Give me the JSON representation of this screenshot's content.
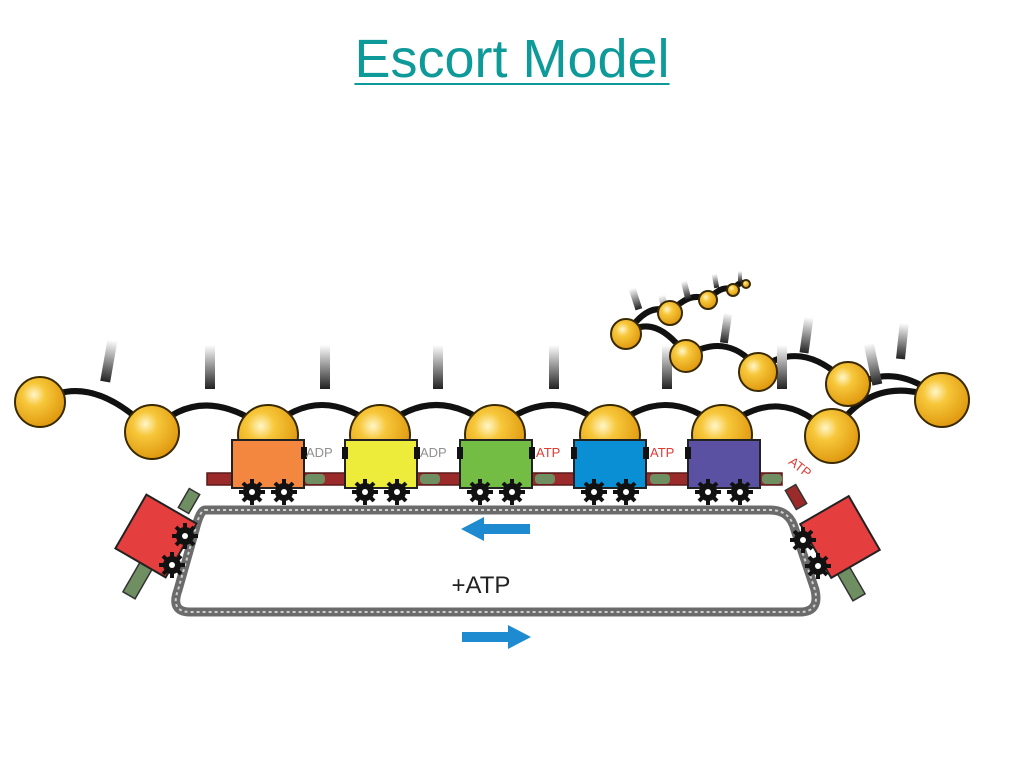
{
  "title": "Escort Model",
  "labels": {
    "adp": "ADP",
    "atp": "ATP",
    "center": "+ATP"
  },
  "cars": [
    {
      "color": "#f4873f"
    },
    {
      "color": "#eeec3b"
    },
    {
      "color": "#74bd44"
    },
    {
      "color": "#0a8fd4"
    },
    {
      "color": "#5a51a2"
    }
  ],
  "colors": {
    "title": "#0e9a98",
    "ball": "#f5b727",
    "atp_text": "#e03b35",
    "adp_text": "#909090",
    "rail": "#9b2a2a",
    "side_box": "#e53e3e",
    "arrow": "#1e8ad0"
  },
  "arrows": [
    "left-arrow-top",
    "right-arrow-bottom"
  ]
}
